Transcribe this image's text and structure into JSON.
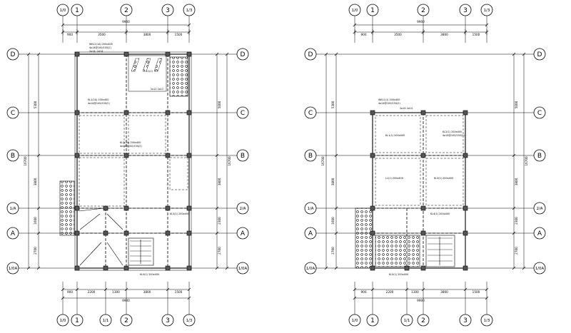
{
  "plans": [
    {
      "id": "left",
      "top_axes": [
        "1/0",
        "1",
        "2",
        "3",
        "1/3"
      ],
      "bottom_axes": [
        "1/0",
        "1",
        "1/1",
        "2",
        "3",
        "1/3"
      ],
      "left_axes": [
        "D",
        "C",
        "B",
        "1/A",
        "A",
        "1/0A"
      ],
      "right_axes": [
        "D",
        "C",
        "B",
        "2/A",
        "A",
        "1/0A"
      ],
      "dims_top": [
        "900",
        "3500",
        "3800",
        "1500"
      ],
      "dims_bottom": [
        "900",
        "2200",
        "1300",
        "3800",
        "1500"
      ],
      "overall_top": "9900",
      "overall_bottom": "9900",
      "dims_left": [
        "5300",
        "3800",
        "1600",
        "2700"
      ],
      "dims_right": [
        "5000",
        "3800",
        "2300",
        "2700"
      ],
      "overall_left": "16700",
      "overall_right": "16700",
      "notes": [
        "WKL1(1A) 200x400",
        "4⌀14@100/150(2)",
        "2⌀14; 2⌀14",
        "KL1(1A) 200x400",
        "4⌀14@100/150(2)",
        "KL2(1A) 200x400",
        "4⌀14@100/150(2)",
        "KL3(1) 200x400",
        "L1(1)",
        "2⌀12 2⌀12",
        "KL5(1) 200x400"
      ]
    },
    {
      "id": "right",
      "top_axes": [
        "1/0",
        "1",
        "2",
        "3",
        "1/3"
      ],
      "bottom_axes": [
        "1/0",
        "1",
        "1/1",
        "2",
        "3",
        "1/3"
      ],
      "left_axes": [
        "D",
        "C",
        "B",
        "1/A",
        "A",
        "1/0A"
      ],
      "right_axes": [
        "D",
        "C",
        "B",
        "2/A",
        "A",
        "1/0A"
      ],
      "dims_top": [
        "900",
        "3500",
        "3800",
        "1500"
      ],
      "dims_bottom": [
        "900",
        "2200",
        "1300",
        "3800",
        "1500"
      ],
      "overall_top": "9900",
      "overall_bottom": "9900",
      "dims_left": [
        "5300",
        "3800",
        "1600",
        "2700"
      ],
      "dims_right": [
        "5000",
        "3800",
        "2300",
        "2700"
      ],
      "overall_left": "16700",
      "overall_right": "16700",
      "notes": [
        "WKL1(1) 200x400",
        "4⌀14@100/150(2)",
        "KL1(1) 200x400",
        "KL2(1) 200x400",
        "4⌀14@100/150(2)",
        "L1(1) 200x400",
        "KL3(1) 200x400",
        "KL4(1) 200x400",
        "KL5(1) 200x400",
        "2⌀14 2⌀14"
      ]
    }
  ]
}
